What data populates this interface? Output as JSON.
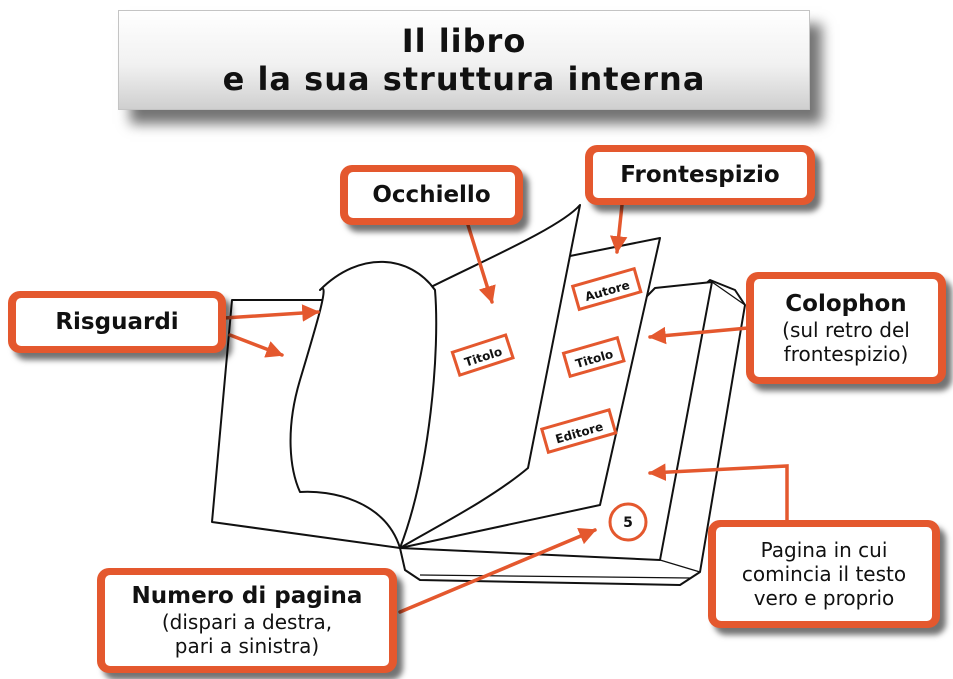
{
  "title": {
    "line1": "Il libro",
    "line2": "e la sua struttura interna"
  },
  "callouts": {
    "risguardi": "Risguardi",
    "occhiello": "Occhiello",
    "frontespizio": "Frontespizio",
    "colophon": {
      "title": "Colophon",
      "line1": "(sul retro del",
      "line2": "frontespizio)"
    },
    "numero_pagina": {
      "title": "Numero di pagina",
      "line1": "(dispari a destra,",
      "line2": "pari a sinistra)"
    },
    "pagina_testo": {
      "line1": "Pagina in cui",
      "line2": "comincia il testo",
      "line3": "vero e proprio"
    }
  },
  "page_labels": {
    "titolo_occhiello": "Titolo",
    "autore": "Autore",
    "titolo_frontespizio": "Titolo",
    "editore": "Editore"
  },
  "page_number": "5",
  "colors": {
    "accent": "#e4582e",
    "line": "#111111"
  }
}
